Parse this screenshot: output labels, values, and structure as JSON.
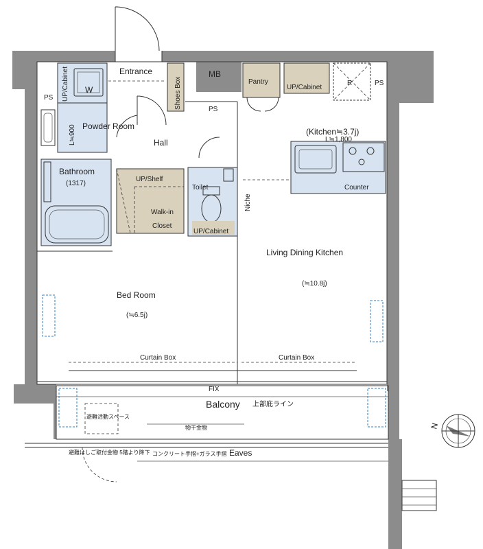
{
  "rooms": {
    "entrance": "Entrance",
    "mb": "MB",
    "ps_left": "PS",
    "ps_center": "PS",
    "ps_right": "PS",
    "pantry": "Pantry",
    "kitchen_cabinet": "UP/Cabinet",
    "kitchen_r": "R",
    "kitchen_title": "(Kitchen≒3.7j)",
    "kitchen_length": "L≒1,800",
    "counter": "Counter",
    "powder_cabinet": "UP/Cabinet",
    "powder_w": "W",
    "powder_room": "Powder Room",
    "powder_length": "L≒900",
    "shoes_box": "Shoes Box",
    "hall": "Hall",
    "bathroom": "Bathroom",
    "bathroom_size": "(1317)",
    "up_shelf": "UP/Shelf",
    "walkin": "Walk-in",
    "closet": "Closet",
    "toilet": "Toilet",
    "toilet_cabinet": "UP/Cabinet",
    "niche": "Niche",
    "ldk": "Living Dining Kitchen",
    "ldk_size": "(≒10.8j)",
    "bedroom": "Bed Room",
    "bedroom_size": "(≒6.5j)",
    "curtain_box_left": "Curtain Box",
    "curtain_box_right": "Curtain Box",
    "fix": "FIX",
    "balcony": "Balcony",
    "upper_floor_line": "上部庇ライン",
    "evac_hatch": "避難活動スペース",
    "laundry_hardware": "物干金物",
    "evac_ladder": "避難はしご取付金物 5階より降下",
    "railing": "コンクリート手摺+ガラス手摺",
    "eaves": "Eaves",
    "compass_n": "N"
  }
}
